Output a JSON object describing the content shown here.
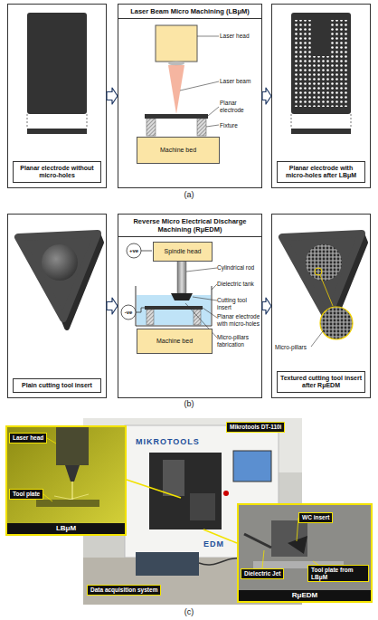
{
  "diagram": {
    "nodes": [
      {
        "text": [
          "Planar electrode without micro-holes"
        ]
      },
      {
        "text": [
          "Laser Beam Micro Machining (LBμM)"
        ]
      },
      {
        "text": [
          "Machine bed"
        ],
        "in": 1
      },
      {
        "text": [
          "Planar electrode with micro-holes after LBμM"
        ]
      },
      {
        "text": [
          "Plain cutting tool insert"
        ]
      },
      {
        "text": [
          "Reverse Micro Electrical Discharge Machining (RμEDM)"
        ]
      },
      {
        "text": [
          "Spindle head"
        ],
        "in": 5
      },
      {
        "text": [
          "Machine bed"
        ],
        "in": 5
      },
      {
        "text": [
          "Textured cutting tool insert after RμEDM"
        ]
      },
      {
        "text": [
          "LBμM"
        ]
      },
      {
        "text": [
          "RμEDM"
        ]
      }
    ],
    "edges": [
      {
        "from": 0,
        "to": 1,
        "arrow": "to"
      },
      {
        "from": 1,
        "to": 3,
        "arrow": "to"
      },
      {
        "from": 4,
        "to": 5,
        "arrow": "to"
      },
      {
        "from": 5,
        "to": 8,
        "arrow": "to"
      }
    ],
    "labels": [
      "Laser head",
      "Laser beam",
      "Planar electrode",
      "Fixture",
      "+ve",
      "Cylindrical rod",
      "Dielectric tank",
      "Cutting tool insert",
      "Planar electrode with micro-holes",
      "-ve",
      "Micro-pillars fabrication",
      "Micro-pillars",
      "(a)",
      "(b)",
      "Laser head",
      "Tool plate",
      "MIKROTOOLS",
      "Mikrotools DT-110i",
      "Data acquisition system",
      "WC insert",
      "Dielectric Jet",
      "Tool plate from LBμM",
      "EDM",
      "(c)"
    ]
  }
}
